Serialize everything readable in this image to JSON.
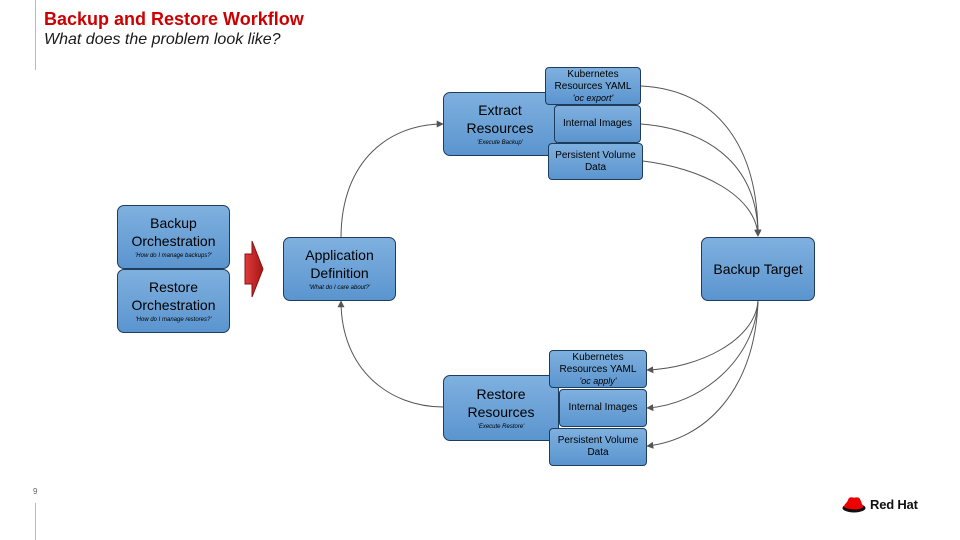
{
  "slide": {
    "title": "Backup and Restore Workflow",
    "subtitle": "What does the problem look like?",
    "page_number": "9"
  },
  "colors": {
    "title": "#cc0000",
    "node_fill": "#6fa3d8",
    "node_border": "#1f3c5c",
    "arrow": "#555555",
    "flow_arrow": "#b21e1e",
    "accent_line": "#e8b84a"
  },
  "nodes": {
    "backup_orchestration": {
      "label": "Backup Orchestration",
      "note": "'How do I manage backups?'"
    },
    "restore_orchestration": {
      "label": "Restore Orchestration",
      "note": "'How do I manage restores?'"
    },
    "application_definition": {
      "label": "Application Definition",
      "note": "'What do I care about?'"
    },
    "extract_resources": {
      "label": "Extract Resources",
      "note": "'Execute Backup'"
    },
    "restore_resources": {
      "label": "Restore Resources",
      "note": "'Execute Restore'"
    },
    "backup_target": {
      "label": "Backup Target"
    },
    "extract_k8s_yaml": {
      "label": "Kubernetes Resources YAML",
      "note": "'oc export'"
    },
    "extract_images": {
      "label": "Internal Images"
    },
    "extract_pv_data": {
      "label": "Persistent Volume Data"
    },
    "restore_k8s_yaml": {
      "label": "Kubernetes Resources YAML",
      "note": "'oc apply'"
    },
    "restore_images": {
      "label": "Internal Images"
    },
    "restore_pv_data": {
      "label": "Persistent Volume Data"
    }
  },
  "icons": {
    "flow": "block-arrow-right-icon",
    "logo": "red-hat-fedora-icon"
  },
  "brand": {
    "name": "Red Hat"
  }
}
